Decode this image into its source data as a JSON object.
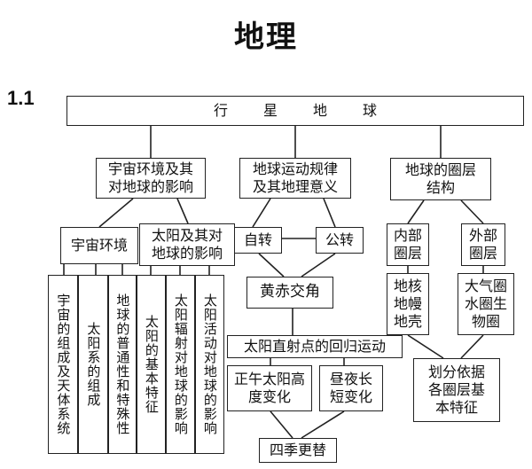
{
  "title": "地理",
  "section": "1.1",
  "nodes": {
    "root": "行星地球",
    "cosmos": "宇宙环境及其对地球的影响",
    "motion": "地球运动规律及其地理意义",
    "spheres": "地球的圈层结构",
    "universe_env": "宇宙环境",
    "sun_effect": "太阳及其对地球的影响",
    "rotation": "自转",
    "revolution": "公转",
    "inner": "内部圈层",
    "outer": "外部圈层",
    "ecliptic": "黄赤交角",
    "core": "地核地幔地壳",
    "atmo": "大气圈水圈生物圈",
    "subsolar": "太阳直射点的回归运动",
    "noon": "正午太阳高度变化",
    "daynight": "昼夜长短变化",
    "division": "划分依据各圈层基本特征",
    "seasons": "四季更替",
    "col1": "宇宙的组成及天体系统",
    "col2": "太阳系的组成",
    "col3": "地球的普通性和特殊性",
    "col4": "太阳的基本特征",
    "col5": "太阳辐射对地球的影响",
    "col6": "太阳活动对地球的影响"
  }
}
